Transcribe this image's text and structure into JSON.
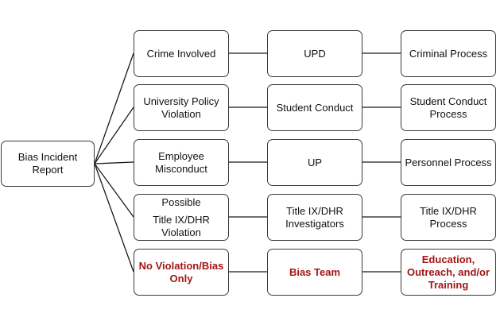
{
  "diagram": {
    "root": "Bias Incident\nReport",
    "rows": [
      {
        "category": "Crime Involved",
        "handler": "UPD",
        "outcome": "Criminal Process",
        "emphasis": false
      },
      {
        "category": "University Policy\nViolation",
        "handler": "Student Conduct",
        "outcome": "Student Conduct\nProcess",
        "emphasis": false
      },
      {
        "category": "Employee\nMisconduct",
        "handler": "UP",
        "outcome": "Personnel Process",
        "emphasis": false
      },
      {
        "category_top": "Possible",
        "category": "Title IX/DHR\nViolation",
        "handler": "Title IX/DHR\nInvestigators",
        "outcome": "Title IX/DHR\nProcess",
        "emphasis": false
      },
      {
        "category": "No Violation/Bias\nOnly",
        "handler": "Bias Team",
        "outcome": "Education,\nOutreach, and/or\nTraining",
        "emphasis": true
      }
    ],
    "colors": {
      "line": "#1a1a1a",
      "border": "#3a3a3a",
      "emphasis_text": "#a31515",
      "text": "#111111",
      "background": "#ffffff"
    }
  }
}
